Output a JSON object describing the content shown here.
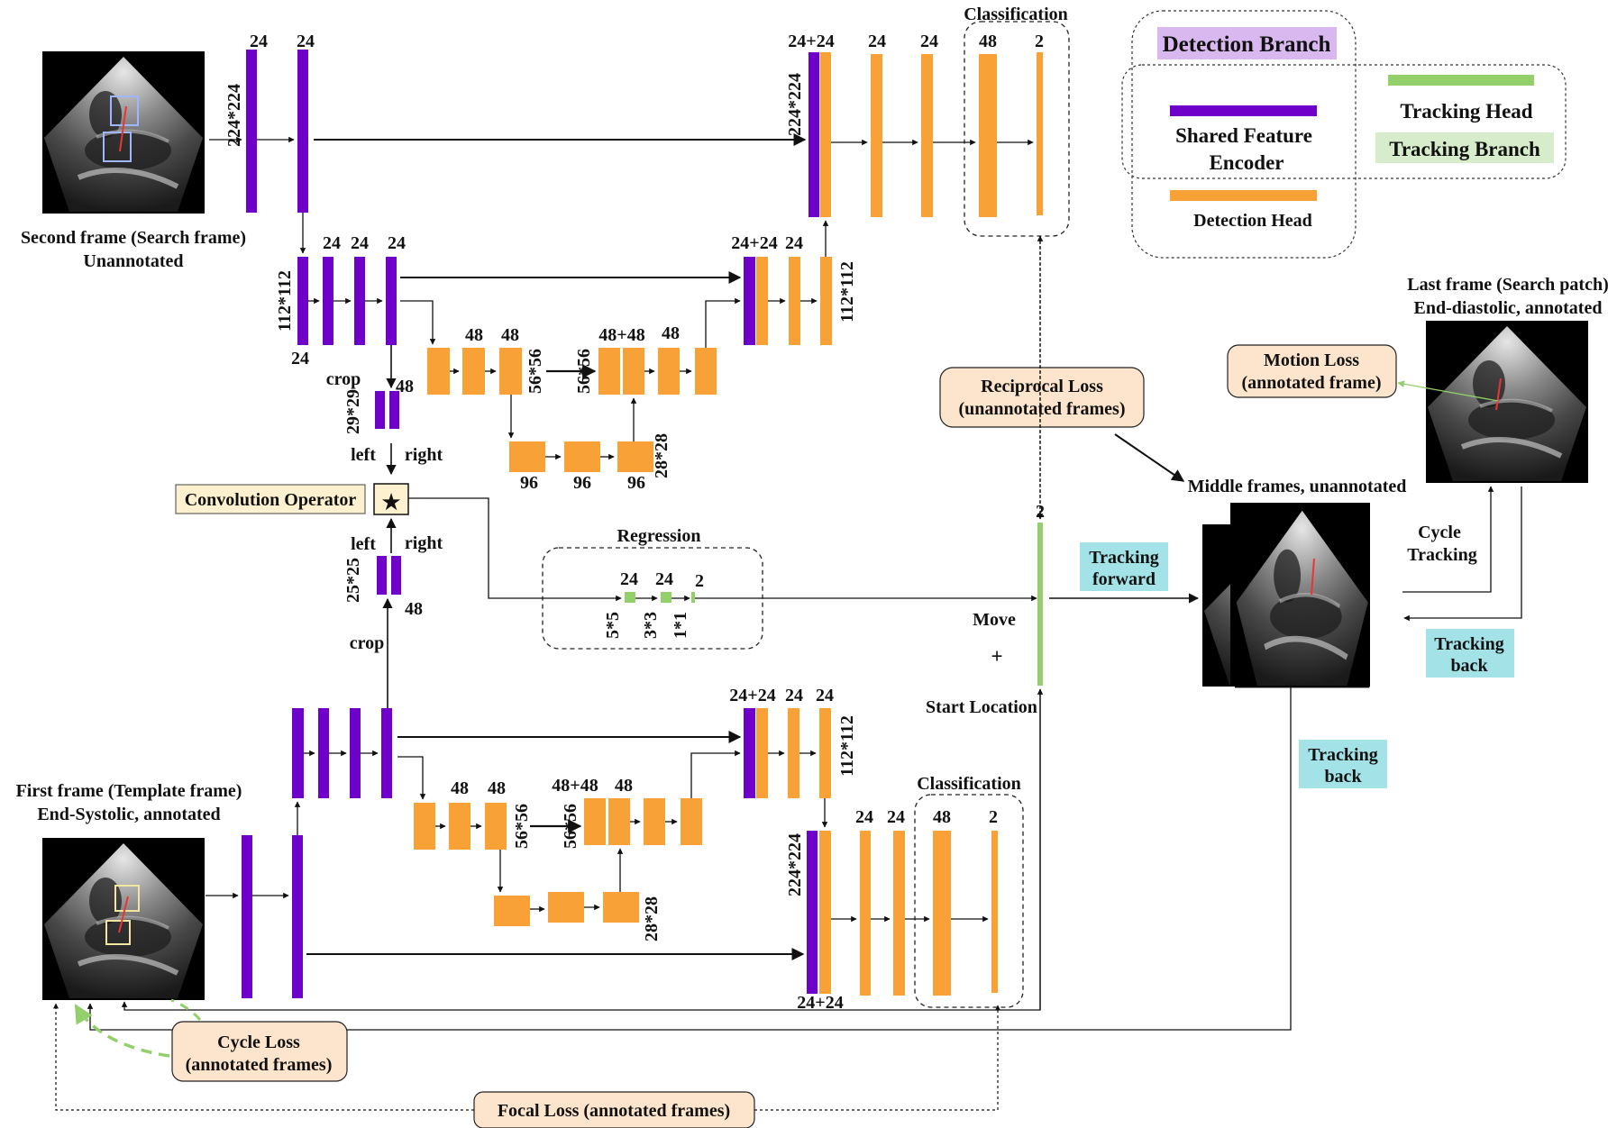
{
  "colors": {
    "encoder": "#6f00c9",
    "detection": "#f7a136",
    "tracking": "#93cf6a",
    "loss_box": "#fde4cc",
    "operator_box": "#fdf1cf",
    "tracking_label": "#a3e3e8",
    "legend_detection_bg": "#d9b8ef",
    "legend_tracking_bg": "#d6eccb"
  },
  "legend": {
    "detection_branch": "Detection Branch",
    "shared_encoder": "Shared Feature Encoder",
    "detection_head": "Detection Head",
    "tracking_head": "Tracking Head",
    "tracking_branch": "Tracking Branch"
  },
  "images": {
    "search_caption1": "Second frame (Search frame)",
    "search_caption2": "Unannotated",
    "template_caption1": "First frame (Template frame)",
    "template_caption2": "End-Systolic, annotated",
    "last_caption1": "Last frame (Search patch)",
    "last_caption2": "End-diastolic, annotated",
    "middle_caption": "Middle frames, unannotated"
  },
  "top": {
    "c1": "24",
    "c2": "24",
    "size224": "224*224",
    "d1": "24+24",
    "d2": "24",
    "d3": "24",
    "cls_title": "Classification",
    "cls1": "48",
    "cls2": "2",
    "size112": "112*112",
    "e1": "24",
    "e2": "24",
    "e3": "24",
    "e4": "24",
    "p1": "48",
    "p2": "48",
    "size56": "56*56",
    "u1": "48+48",
    "u2": "48",
    "size56b": "56*56",
    "b1": "96",
    "b2": "96",
    "b3": "96",
    "size28": "28*28",
    "m1": "24+24",
    "m2": "24",
    "size112b": "112*112",
    "crop": "crop",
    "c48": "48",
    "size29": "29*29",
    "left": "left",
    "right": "right"
  },
  "middle": {
    "conv_operator": "Convolution Operator",
    "star": "★",
    "left": "left",
    "right": "right",
    "size25": "25*25",
    "n48": "48",
    "crop": "crop",
    "regression": "Regression",
    "r1": "24",
    "r2": "24",
    "r3": "2",
    "k1": "5*5",
    "k2": "3*3",
    "k3": "1*1",
    "out2": "2",
    "move": "Move",
    "plus": "+",
    "start": "Start Location",
    "tracking_forward1": "Tracking",
    "tracking_forward2": "forward",
    "cycle1": "Cycle",
    "cycle2": "Tracking",
    "back_a1": "Tracking",
    "back_a2": "back",
    "back_b1": "Tracking",
    "back_b2": "back"
  },
  "bottom": {
    "p1": "48",
    "p2": "48",
    "size56": "56*56",
    "u1": "48+48",
    "u2": "48",
    "size56b": "56*56",
    "size28": "28*28",
    "m1": "24+24",
    "m2": "24",
    "m3": "24",
    "size112": "112*112",
    "size224": "224*224",
    "d24a": "24",
    "d24b": "24",
    "cls_title": "Classification",
    "cls1": "48",
    "cls2": "2",
    "bottom_label": "24+24"
  },
  "losses": {
    "reciprocal1": "Reciprocal Loss",
    "reciprocal2": "(unannotated frames)",
    "motion1": "Motion Loss",
    "motion2": "(annotated frame)",
    "cycle1": "Cycle Loss",
    "cycle2": "(annotated frames)",
    "focal": "Focal Loss (annotated frames)"
  }
}
